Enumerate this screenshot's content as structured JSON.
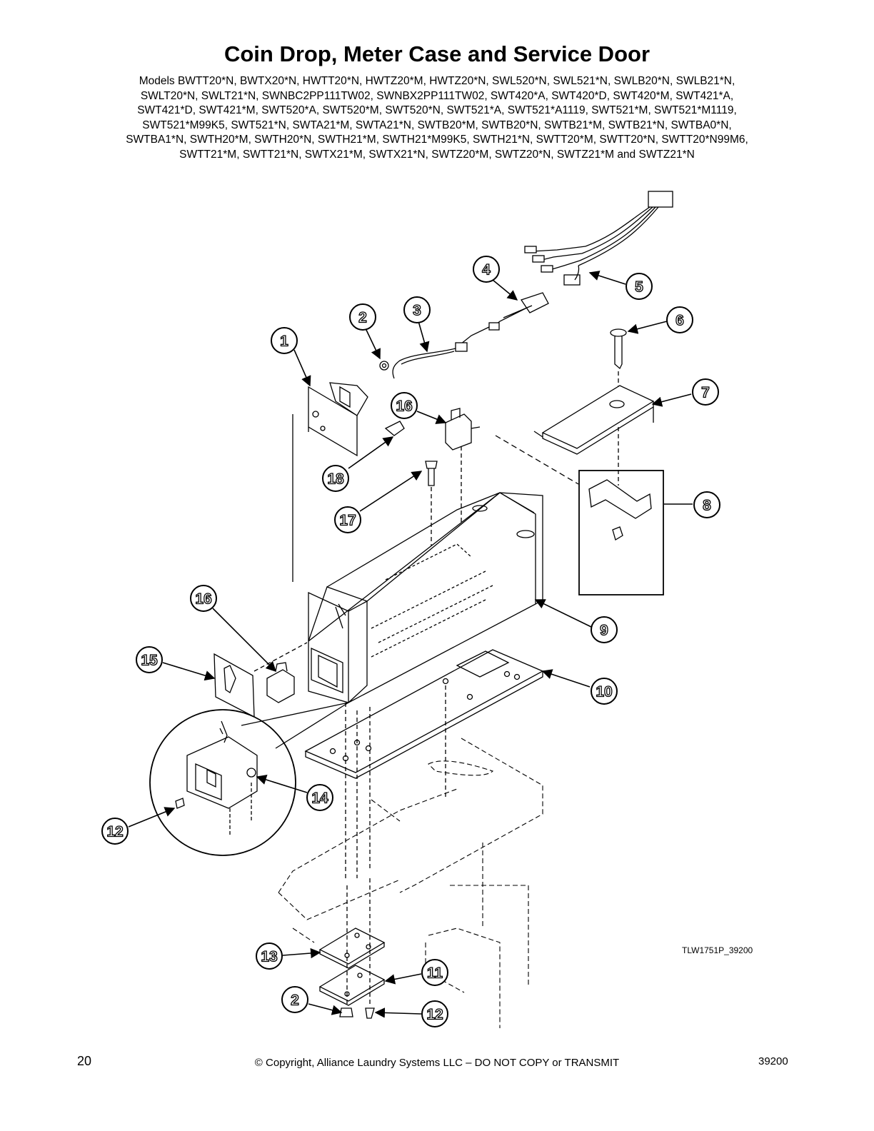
{
  "title": "Coin Drop, Meter Case and Service Door",
  "models_lines": [
    "Models BWTT20*N, BWTX20*N, HWTT20*N, HWTZ20*M, HWTZ20*N, SWL520*N, SWL521*N, SWLB20*N, SWLB21*N,",
    "SWLT20*N, SWLT21*N, SWNBC2PP111TW02, SWNBX2PP111TW02, SWT420*A, SWT420*D, SWT420*M, SWT421*A,",
    "SWT421*D, SWT421*M, SWT520*A, SWT520*M, SWT520*N, SWT521*A, SWT521*A1119, SWT521*M, SWT521*M1119,",
    "SWT521*M99K5, SWT521*N, SWTA21*M, SWTA21*N, SWTB20*M, SWTB20*N, SWTB21*M, SWTB21*N, SWTBA0*N,",
    "SWTBA1*N, SWTH20*M, SWTH20*N, SWTH21*M, SWTH21*M99K5, SWTH21*N, SWTT20*M, SWTT20*N, SWTT20*N99M6,",
    "SWTT21*M, SWTT21*N, SWTX21*M, SWTX21*N, SWTZ20*M, SWTZ20*N, SWTZ21*M and SWTZ21*N"
  ],
  "callouts": [
    "1",
    "2",
    "3",
    "4",
    "5",
    "6",
    "7",
    "8",
    "9",
    "10",
    "16",
    "15",
    "16",
    "17",
    "18",
    "14",
    "12",
    "13",
    "11",
    "2",
    "12"
  ],
  "drawing_ref": "TLW1751P_39200",
  "footer": {
    "page_number": "20",
    "copyright": "© Copyright, Alliance Laundry Systems LLC – DO NOT COPY or TRANSMIT",
    "doc_number": "39200"
  }
}
